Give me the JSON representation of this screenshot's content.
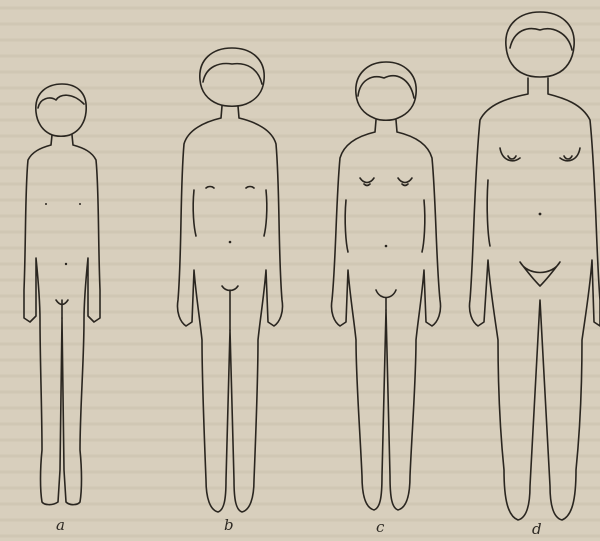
{
  "figure": {
    "background_color": "#d8cfbd",
    "line_color": "#2a2620",
    "labels": [
      "a",
      "b",
      "c",
      "d"
    ]
  }
}
